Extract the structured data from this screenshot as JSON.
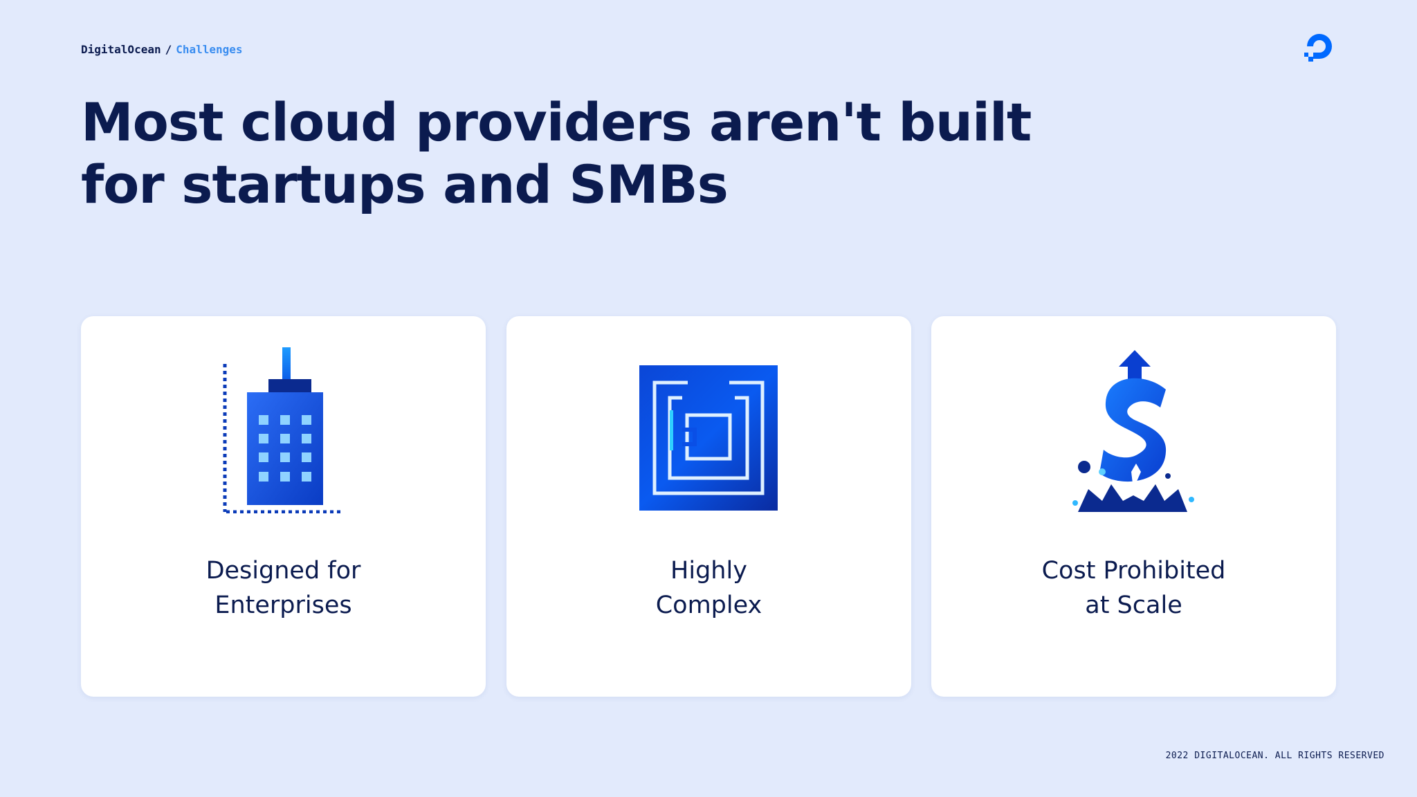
{
  "breadcrumb": {
    "brand": "DigitalOcean",
    "separator": "/",
    "current": "Challenges"
  },
  "logo": {
    "icon": "digitalocean-logo-icon",
    "color": "#0069ff"
  },
  "headline": {
    "line1": "Most cloud providers aren't built",
    "line2": "for startups and SMBs"
  },
  "cards": [
    {
      "icon": "office-building-icon",
      "line1": "Designed for",
      "line2": "Enterprises"
    },
    {
      "icon": "maze-icon",
      "line1": "Highly",
      "line2": "Complex"
    },
    {
      "icon": "dollar-sign-rising-icon",
      "line1": "Cost Prohibited",
      "line2": "at Scale"
    }
  ],
  "footer": {
    "copyright": "2022 DIGITALOCEAN. ALL RIGHTS RESERVED"
  },
  "colors": {
    "background": "#e2eafc",
    "text": "#0b1b4f",
    "accent": "#3a8df0",
    "brand_blue": "#0069ff",
    "card": "#ffffff"
  }
}
